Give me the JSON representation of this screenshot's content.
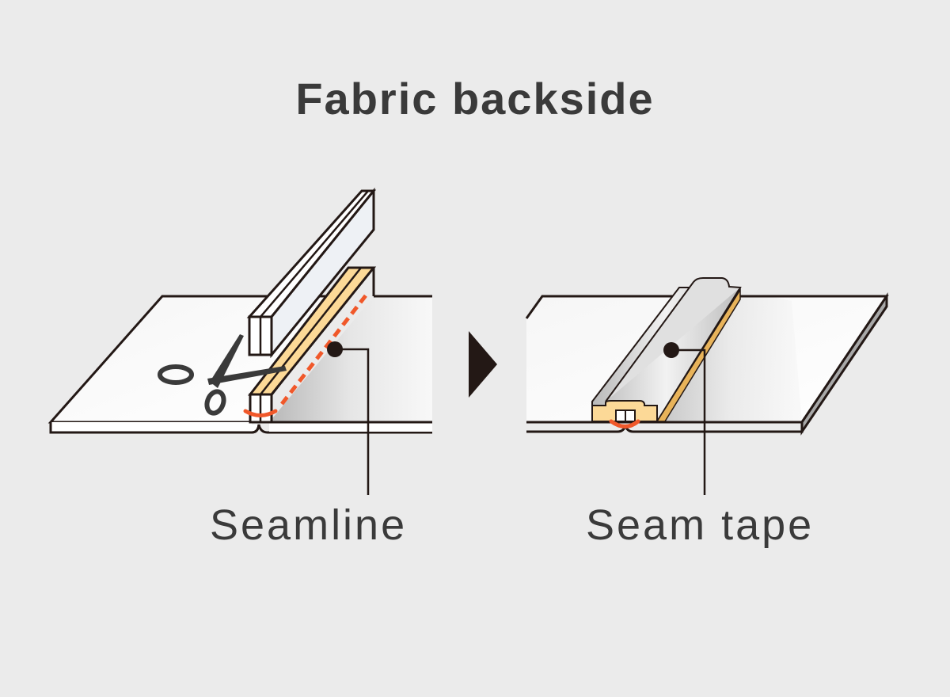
{
  "title": "Fabric backside",
  "labels": {
    "left": "Seamline",
    "right": "Seam tape"
  },
  "colors": {
    "background": "#ebebeb",
    "outline": "#231815",
    "seam_allowance": "#fcd997",
    "stitch": "#f0582a",
    "tape": "#e8b35a",
    "text": "#3a3a3a"
  }
}
